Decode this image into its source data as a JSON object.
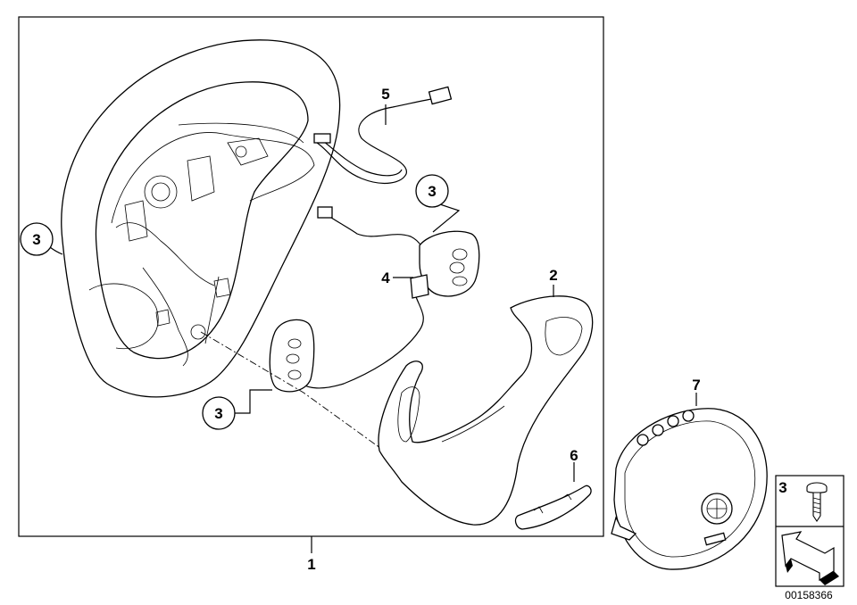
{
  "diagram": {
    "callouts": {
      "c1": "1",
      "c2": "2",
      "c3_left": "3",
      "c3_upper": "3",
      "c3_lower": "3",
      "c4": "4",
      "c5": "5",
      "c6": "6",
      "c7": "7",
      "c3_legend": "3"
    },
    "diagram_code": "00158366",
    "colors": {
      "line": "#000000",
      "background": "#ffffff"
    }
  }
}
